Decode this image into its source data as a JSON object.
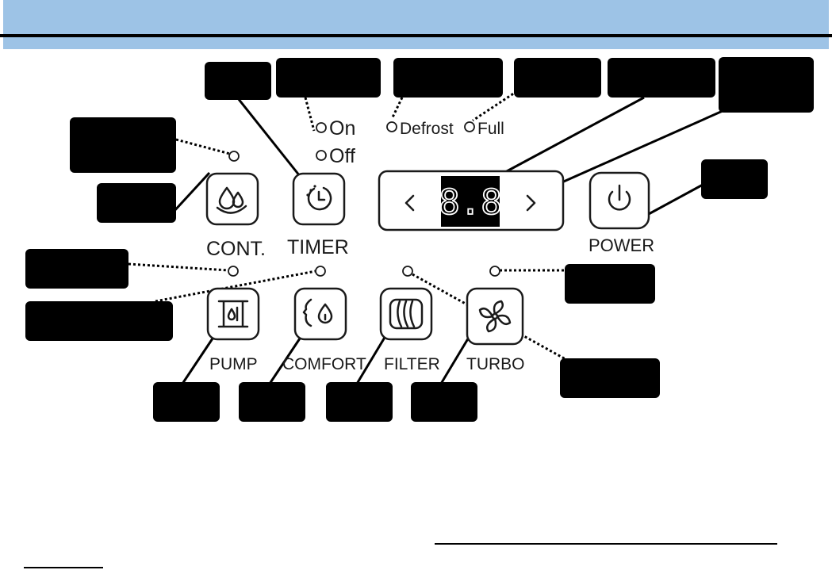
{
  "labels": {
    "on": "On",
    "off": "Off",
    "defrost": "Defrost",
    "full": "Full",
    "cont": "CONT.",
    "timer": "TIMER",
    "power": "POWER",
    "pump": "PUMP",
    "comfort": "COMFORT",
    "filter": "FILTER",
    "turbo": "TURBO",
    "display": "8.8",
    "left_arrow": "<",
    "right_arrow": ">"
  },
  "icons": {
    "cont": "water-drops-icon",
    "timer": "timer-clock-icon",
    "power": "power-icon",
    "pump": "pump-icon",
    "comfort": "comfort-face-drop-icon",
    "filter": "filter-icon",
    "turbo": "fan-icon"
  },
  "colors": {
    "header": "#9dc3e6",
    "callout": "#000000",
    "display_bg": "#000000"
  }
}
